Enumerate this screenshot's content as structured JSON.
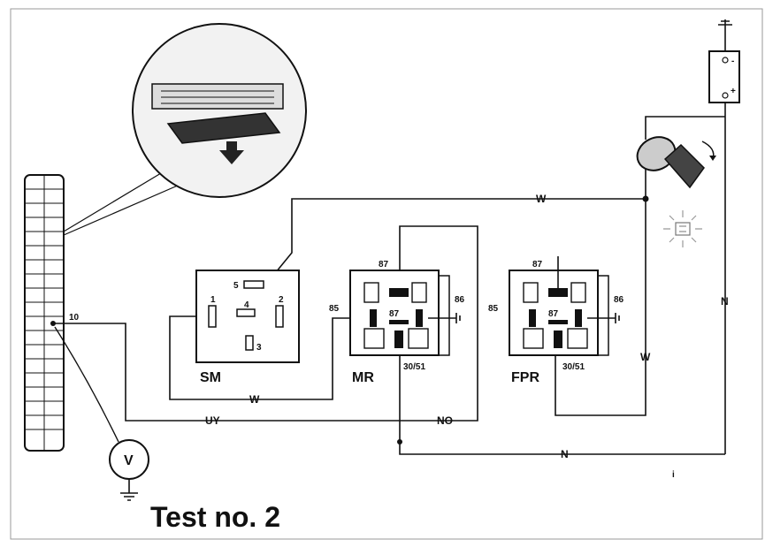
{
  "title": "Test no. 2",
  "connector_pin": "10",
  "voltmeter_label": "V",
  "wire_labels": {
    "w_top": "W",
    "w_sm": "W",
    "w_right": "W",
    "uy": "UY",
    "no": "NO",
    "n_right": "N",
    "n_bottom": "N"
  },
  "modules": {
    "sm": {
      "name": "SM",
      "pins": {
        "p1": "1",
        "p2": "2",
        "p3": "3",
        "p4": "4",
        "p5": "5"
      }
    },
    "mr": {
      "name": "MR",
      "pins": {
        "p87": "87",
        "p87_inner": "87",
        "p85": "85",
        "p86": "86",
        "p30": "30/51"
      }
    },
    "fpr": {
      "name": "FPR",
      "pins": {
        "p87": "87",
        "p87_inner": "87",
        "p85": "85",
        "p86": "86",
        "p30": "30/51"
      }
    }
  },
  "battery": {
    "neg": "-",
    "pos": "+"
  },
  "misc_mark": "i"
}
